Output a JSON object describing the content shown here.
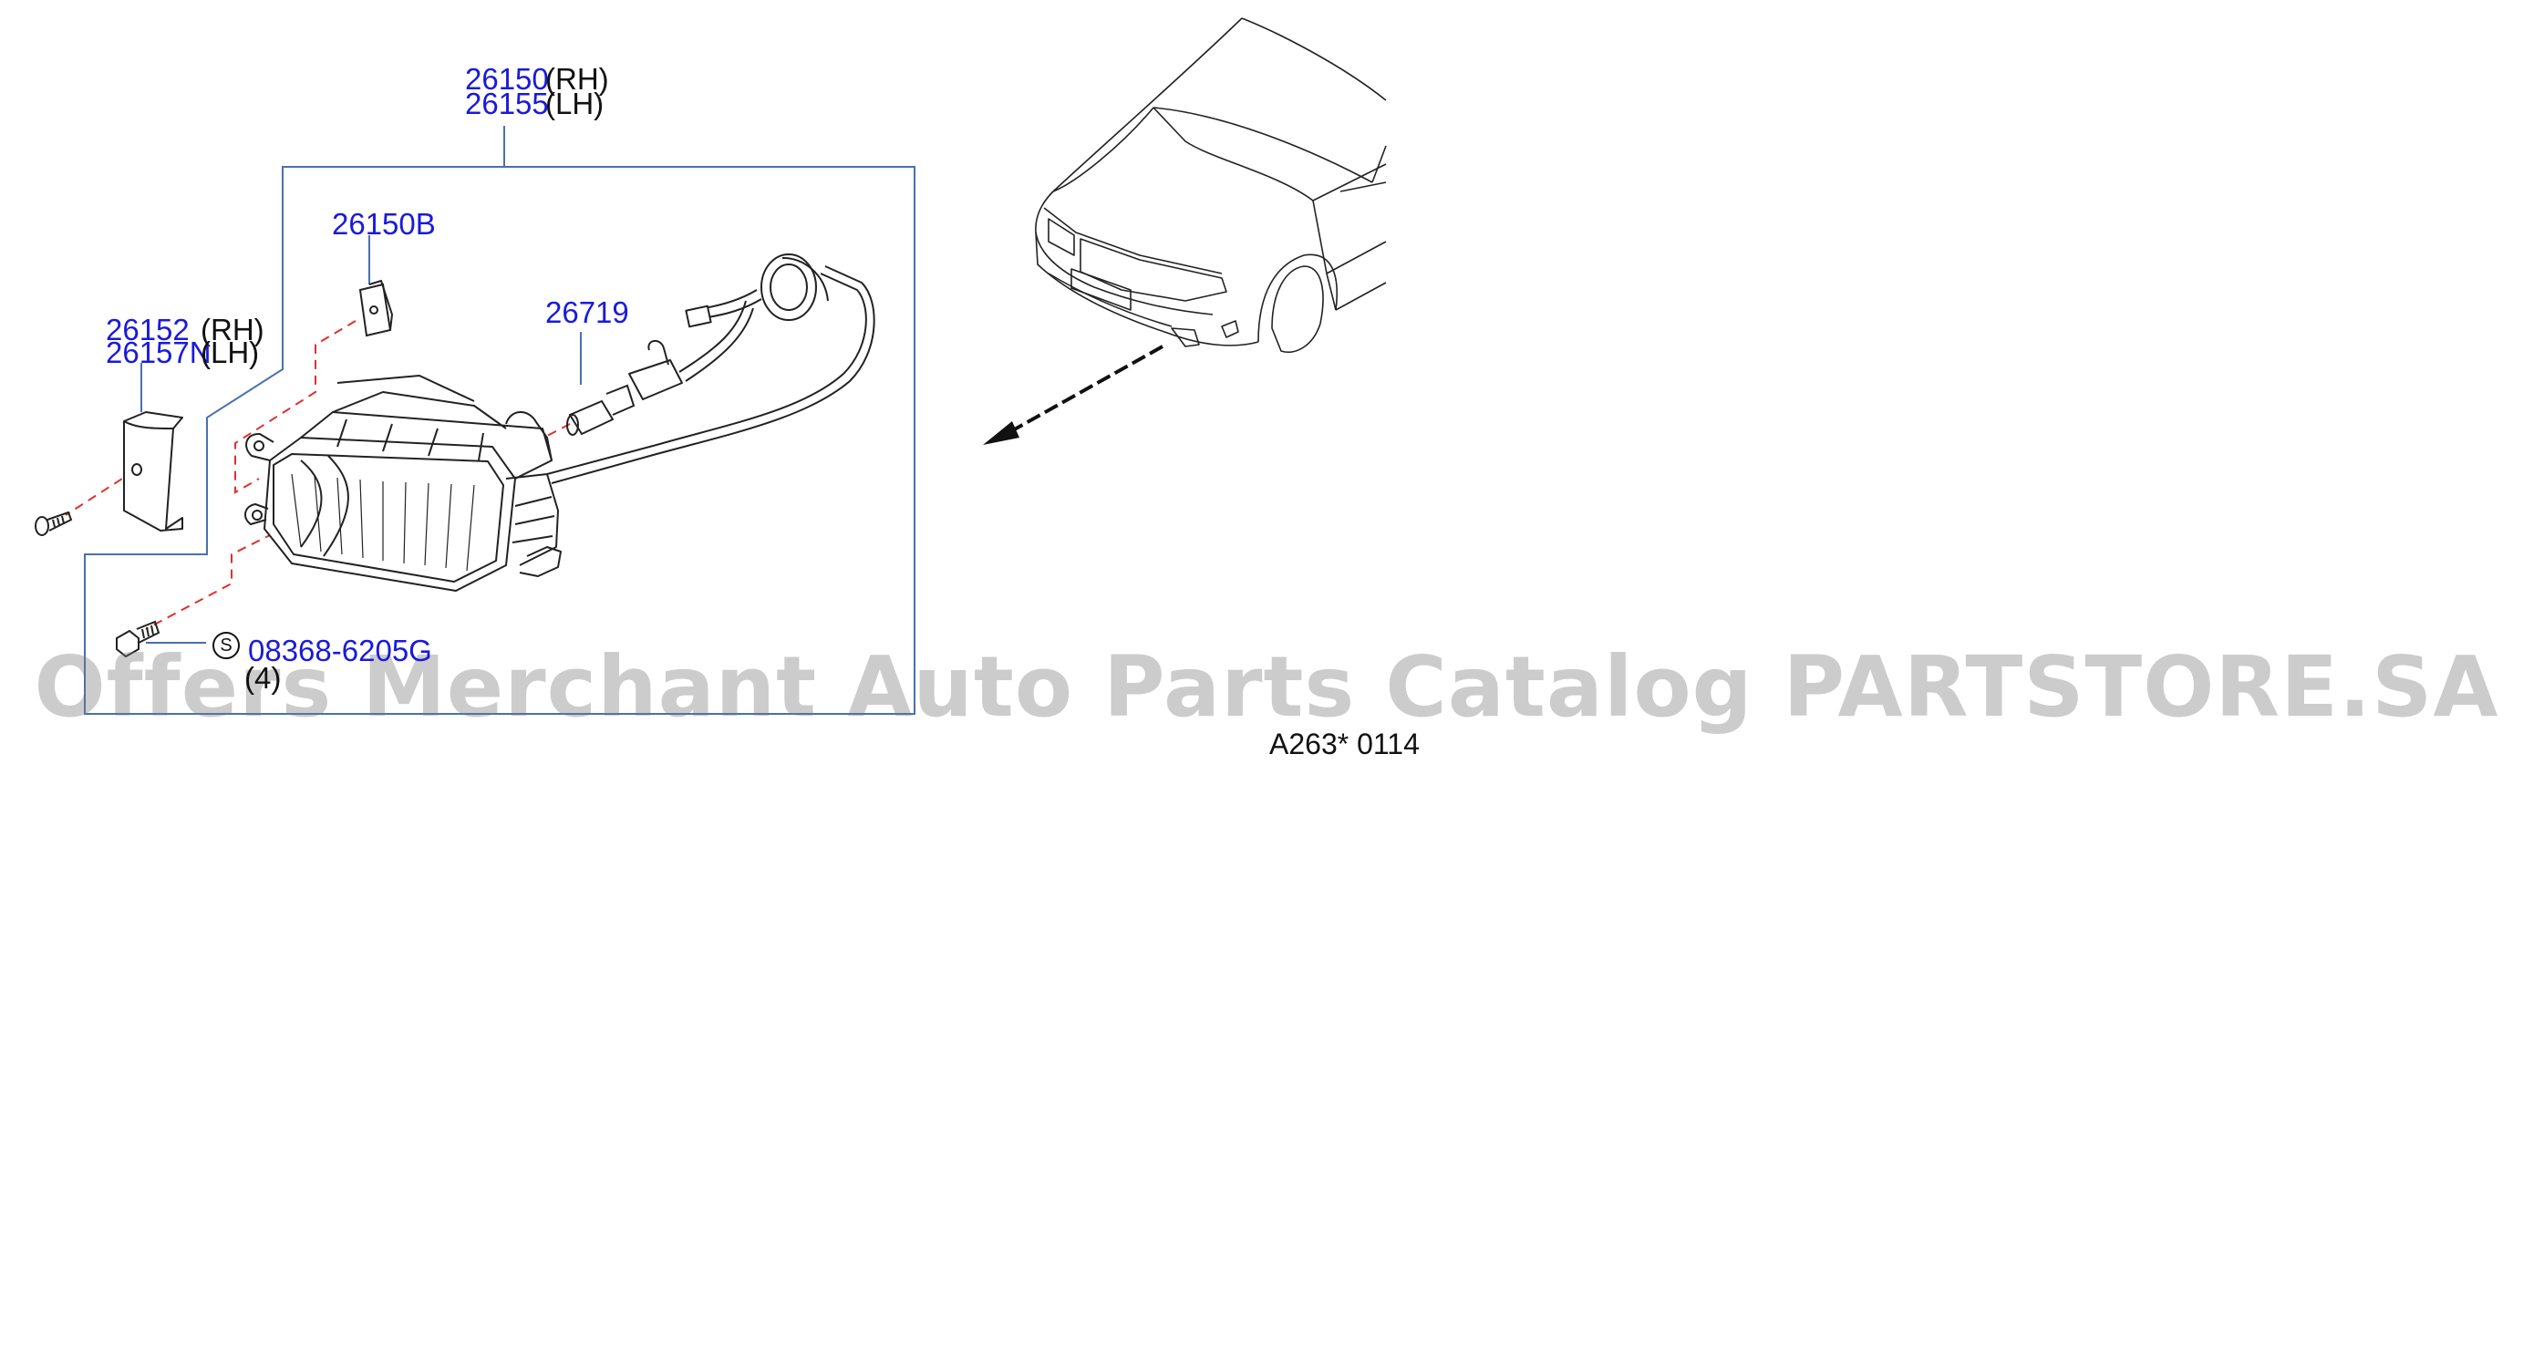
{
  "diagram": {
    "callouts": [
      {
        "part": "26150",
        "side": "(RH)"
      },
      {
        "part": "26155",
        "side": "(LH)"
      },
      {
        "part": "26150B"
      },
      {
        "part": "26719"
      },
      {
        "part": "26152",
        "side": "(RH)"
      },
      {
        "part": "26157N",
        "side": "(LH)"
      },
      {
        "part": "08368-6205G",
        "symbol": "S",
        "qty": "(4)"
      }
    ],
    "code": "A263*  0114",
    "watermark": "Offers Merchant Auto Parts Catalog PARTSTORE.SA"
  },
  "colors": {
    "part_number": "#1a1adb",
    "leader_line": "#4a6fb0",
    "line_art": "#222222",
    "dashed_guide": "#e03030"
  },
  "icons": [
    "fog-lamp-assembly",
    "bulb",
    "bulb-socket-harness",
    "clip",
    "lamp-cover",
    "screw",
    "bolt",
    "vehicle-front-view",
    "direction-arrow"
  ]
}
